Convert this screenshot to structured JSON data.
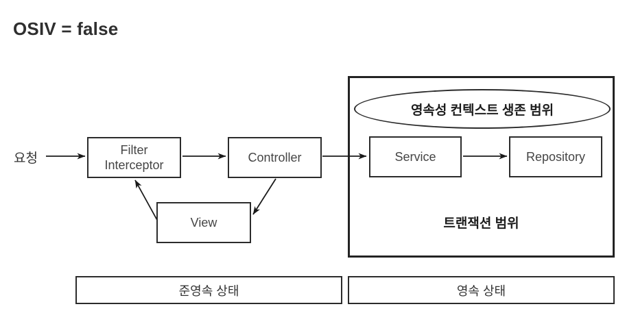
{
  "title": "OSIV = false",
  "diagram": {
    "request_label": "요청",
    "nodes": {
      "filter_line1": "Filter",
      "filter_line2": "Interceptor",
      "controller": "Controller",
      "service": "Service",
      "repository": "Repository",
      "view": "View"
    },
    "persistence_context_scope": "영속성 컨텍스트 생존 범위",
    "transaction_scope": "트랜잭션 범위",
    "states": {
      "detached": "준영속 상태",
      "persistent": "영속 상태"
    },
    "colors": {
      "line": "#1a1a1a",
      "box_border": "#2b2b2b",
      "node_text": "#454545",
      "korean_bold_text": "#1c1c1c",
      "title_text": "#2f2f2f",
      "background": "#ffffff"
    }
  }
}
